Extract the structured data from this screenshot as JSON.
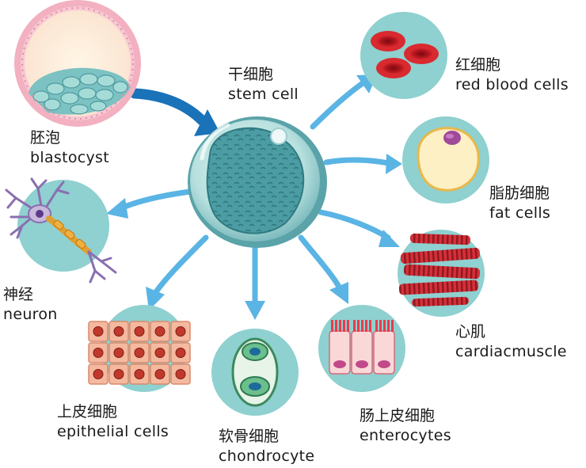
{
  "labels": {
    "stem": {
      "zh": "干细胞",
      "en": "stem cell"
    },
    "blastocyst": {
      "zh": "胚泡",
      "en": "blastocyst"
    },
    "rbc": {
      "zh": "红细胞",
      "en": "red blood cells"
    },
    "fat": {
      "zh": "脂肪细胞",
      "en": "fat cells"
    },
    "neuron": {
      "zh": "神经",
      "en": "neuron"
    },
    "cardiac": {
      "zh": "心肌",
      "en": "cardiacmuscle"
    },
    "epithelial": {
      "zh": "上皮细胞",
      "en": "epithelial cells"
    },
    "chondro": {
      "zh": "软骨细胞",
      "en": "chondrocyte"
    },
    "entero": {
      "zh": "肠上皮细胞",
      "en": "enterocytes"
    }
  },
  "colors": {
    "circle_bg": "#8fd0d0",
    "arrow_light": "#5ab4e4",
    "arrow_dark": "#1a72b8",
    "stem_outer": "#5aa3a8",
    "stem_nucleus": "#3f8f96",
    "blastocyst_ring": "#f0a8b8",
    "rbc": "#c81e24",
    "fat_body": "#fdf0c4",
    "fat_nucleus": "#a04a9a",
    "epithelial_fill": "#f5b9a0",
    "epithelial_nucleus": "#c0392b",
    "chondro_green": "#6bbf8c",
    "entero_tips": "#e83c4c",
    "neuron_body": "#c8b8dc",
    "neuron_axon": "#f0a020"
  }
}
